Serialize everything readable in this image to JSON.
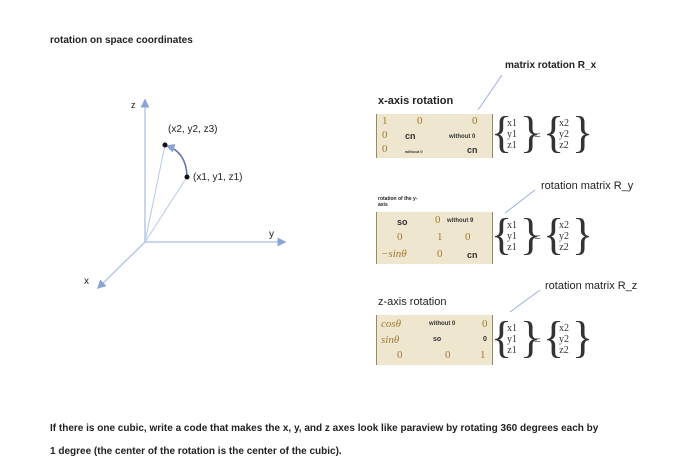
{
  "title": "rotation on space coordinates",
  "diagram": {
    "axis_z": "z",
    "axis_y": "y",
    "axis_x": "x",
    "point2": "(x2, y2, z3)",
    "point1": "(x1, y1, z1)"
  },
  "labels": {
    "matrix_rx": "matrix rotation R_x",
    "x_axis_rotation": "x-axis rotation",
    "rotation_matrix_ry": "rotation matrix R_y",
    "rotation_of_the_y_axis": "rotation of the y-axis",
    "rotation_matrix_rz": "rotation matrix R_z",
    "z_axis_rotation": "z-axis rotation"
  },
  "rx": {
    "r1": [
      "1",
      "0",
      "0"
    ],
    "r2": [
      "0",
      "cn",
      "without 0"
    ],
    "r3": [
      "0",
      "without 0",
      "cn"
    ]
  },
  "ry": {
    "r1": [
      "so",
      "0",
      "without 9"
    ],
    "r2": [
      "0",
      "1",
      "0"
    ],
    "r3": [
      "−sinθ",
      "0",
      "cn"
    ]
  },
  "rz": {
    "r1": [
      "cosθ",
      "without 0",
      "0"
    ],
    "r2": [
      "sinθ",
      "so",
      "0"
    ],
    "r3": [
      "0",
      "0",
      "1"
    ]
  },
  "vectors": {
    "in": [
      "x1",
      "y1",
      "z1"
    ],
    "out": [
      "x2",
      "y2",
      "z2"
    ],
    "equals": "="
  },
  "question": {
    "line1": "If there is one cubic, write a code that makes the x, y, and z axes look like paraview by rotating 360 degrees each by",
    "line2": "1 degree (the center of the rotation is the center of the cubic)."
  }
}
